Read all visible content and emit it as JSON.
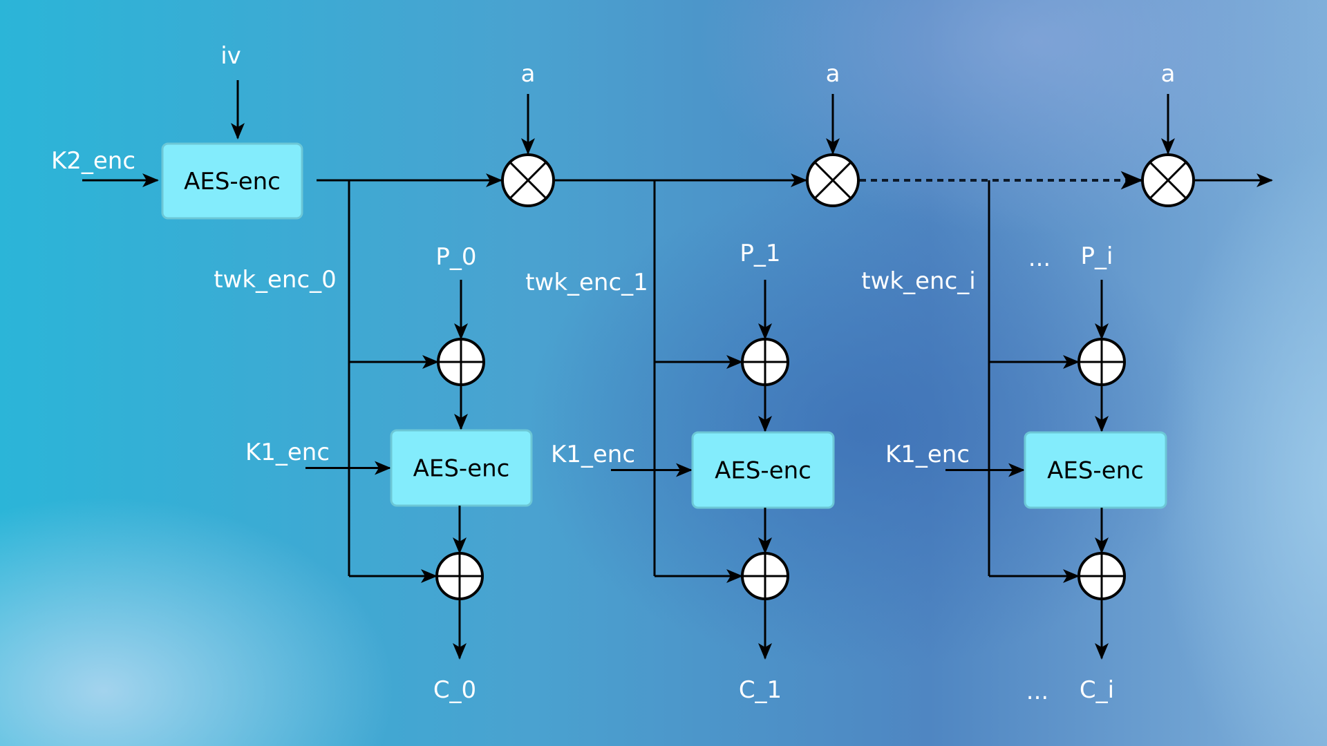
{
  "diagram": {
    "title": "XTS-style tweakable AES encryption chain",
    "colors": {
      "box_fill": "#83ecfc",
      "label_text": "#ffffff",
      "wire": "#000000"
    },
    "tweak_generator": {
      "iv_label": "iv",
      "key_label": "K2_enc",
      "block_label": "AES-enc"
    },
    "multiplier_labels": [
      "a",
      "a",
      "a"
    ],
    "blocks": [
      {
        "tweak_label": "twk_enc_0",
        "plaintext_label": "P_0",
        "key_label": "K1_enc",
        "cipher_label": "AES-enc",
        "ciphertext_label": "C_0"
      },
      {
        "tweak_label": "twk_enc_1",
        "plaintext_label": "P_1",
        "key_label": "K1_enc",
        "cipher_label": "AES-enc",
        "ciphertext_label": "C_1"
      },
      {
        "tweak_label": "twk_enc_i",
        "plaintext_label": "P_i",
        "key_label": "K1_enc",
        "cipher_label": "AES-enc",
        "ciphertext_label": "C_i"
      }
    ],
    "ellipsis_top": "...",
    "ellipsis_bottom": "...",
    "operators": {
      "multiply_icon": "circled-times",
      "xor_icon": "circled-plus"
    }
  }
}
